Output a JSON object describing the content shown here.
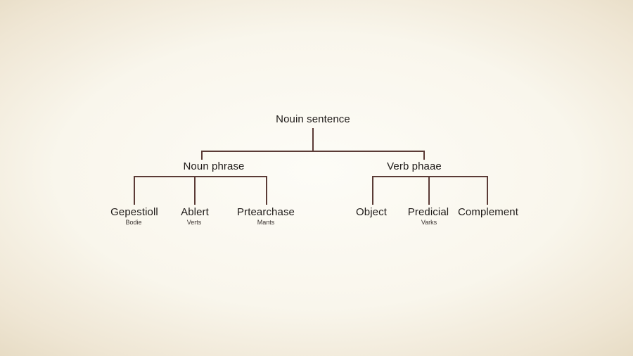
{
  "tree": {
    "root": {
      "label": "Nouin sentence"
    },
    "left_branch": {
      "label": "Noun phrase",
      "children": [
        {
          "label": "Gepestioll",
          "sublabel": "Bodie"
        },
        {
          "label": "Ablert",
          "sublabel": "Verts"
        },
        {
          "label": "Prtearchase",
          "sublabel": "Mants"
        }
      ]
    },
    "right_branch": {
      "label": "Verb phaae",
      "children": [
        {
          "label": "Object",
          "sublabel": ""
        },
        {
          "label": "Predicial",
          "sublabel": "Varks"
        },
        {
          "label": "Complement",
          "sublabel": ""
        }
      ]
    }
  },
  "colors": {
    "line": "#5b3b36",
    "text": "#1e1a18",
    "background": "#f9f6ec"
  }
}
